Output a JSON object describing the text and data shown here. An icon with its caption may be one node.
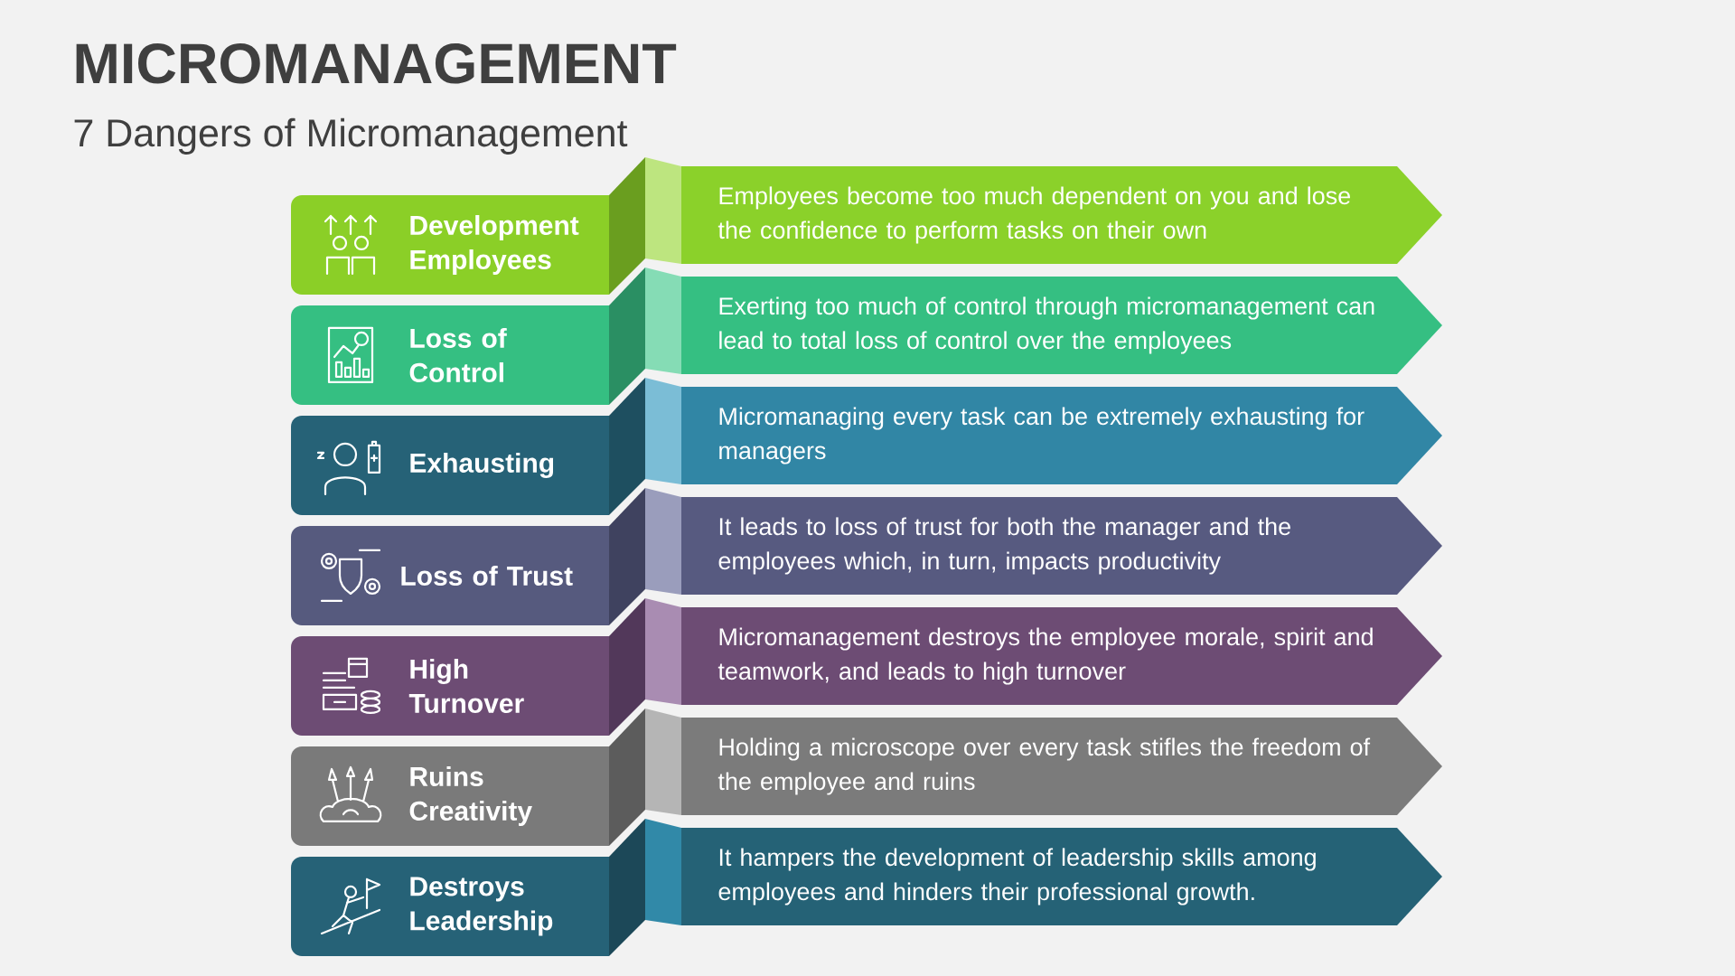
{
  "diagram": {
    "title": "MICROMANAGEMENT",
    "nodes": [
      {
        "text": [
          "Development Employees"
        ]
      },
      {
        "text": [
          "Employees become too much dependent on you and lose the confidence to perform tasks on their own"
        ]
      },
      {
        "text": [
          "Loss of Control"
        ]
      },
      {
        "text": [
          "Exerting too much of control through micromanagement can lead to total loss of control over the employees"
        ]
      },
      {
        "text": [
          "Exhausting"
        ]
      },
      {
        "text": [
          "Micromanaging every task can be extremely exhausting for managers"
        ]
      },
      {
        "text": [
          "Loss of Trust"
        ]
      },
      {
        "text": [
          "It leads to loss of trust for both the manager and the employees which, in turn, impacts productivity"
        ]
      },
      {
        "text": [
          "High Turnover"
        ]
      },
      {
        "text": [
          "Micromanagement destroys the employee morale, spirit and teamwork, and leads to high turnover"
        ]
      },
      {
        "text": [
          "Ruins Creativity"
        ]
      },
      {
        "text": [
          "Holding a microscope over every task stifles the freedom of the employee and ruins"
        ]
      },
      {
        "text": [
          "Destroys Leadership"
        ]
      },
      {
        "text": [
          "It hampers the development of leadership skills among employees and hinders their professional growth."
        ]
      }
    ],
    "labels": [
      "7 Dangers of Micromanagement"
    ]
  }
}
